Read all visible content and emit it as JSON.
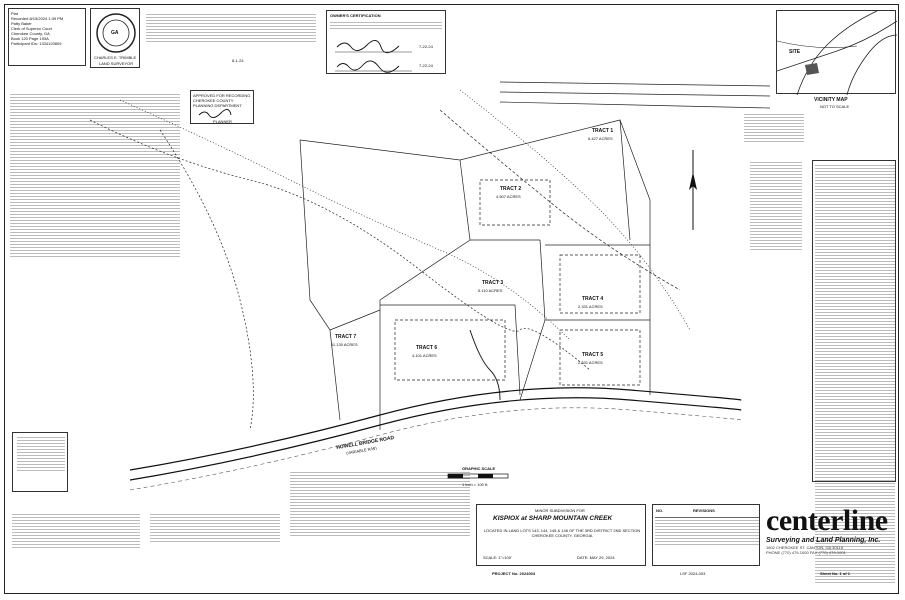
{
  "recording_stamp": {
    "line1": "Plat",
    "line2": "Recorded 8/15/2024 1:39 PM",
    "line3": "Patty Baker",
    "line4": "Clerk of Superior Court",
    "line5": "Cherokee County, GA",
    "line6": "Book 120 Page 193A",
    "line7": "Participant IDs: 1334120809"
  },
  "seal": {
    "inner": "GA",
    "name": "CHARLES E. TRIMBLE",
    "sub": "LAND SURVEYOR"
  },
  "top_notes": {
    "title": "OWNER'S CERTIFICATION",
    "sig_date_1": "7-22-24",
    "sig_date_2": "7-22-24",
    "surveyor_sig_date": "8-1-24"
  },
  "approval_box": {
    "title": "APPROVED FOR RECORDING CHEROKEE COUNTY PLANNING DEPARTMENT",
    "role": "PLANNER"
  },
  "vicinity_map": {
    "label": "SITE",
    "title": "VICINITY MAP",
    "scale": "NOT TO SCALE"
  },
  "tracts": [
    {
      "name": "TRACT 1",
      "acres": "6.427 ACRES"
    },
    {
      "name": "TRACT 2",
      "acres": "4.507 ACRES"
    },
    {
      "name": "TRACT 3",
      "acres": "5.110 ACRES"
    },
    {
      "name": "TRACT 4",
      "acres": "2.331 ACRES"
    },
    {
      "name": "TRACT 5",
      "acres": "2.331 ACRES"
    },
    {
      "name": "TRACT 6",
      "acres": "4.101 ACRES"
    },
    {
      "name": "TRACT 7",
      "acres": "11.130 ACRES"
    }
  ],
  "road": {
    "name1": "HOWELL BRIDGE ROAD",
    "name2": "(VARIABLE R/W)"
  },
  "graphic_scale": {
    "title": "GRAPHIC SCALE",
    "unit": "1 inch = 100 ft."
  },
  "title_block": {
    "heading": "MINOR SUBDIVISION FOR",
    "project": "KISPIOX at SHARP MOUNTAIN CREEK",
    "location": "LOCATED IN LAND LOTS 143, 144, 145 & 146 OF THE 3RD DISTRICT 2ND SECTION CHEROKEE COUNTY, GEORGIA",
    "scale": "SCALE: 1\"=100'",
    "date": "DATE: MAY 29, 2024"
  },
  "revisions": {
    "no": "NO.",
    "header": "REVISIONS"
  },
  "company": {
    "name": "centerline",
    "tagline": "Surveying and Land Planning, Inc.",
    "address": "1802 CHEROKEE ST. CANTON, GA 30115",
    "phone": "PHONE (770) 479-1000   FAX (770) 479-1001"
  },
  "footer": {
    "project_no": "PROJECT No. 2024003",
    "lsf": "LSF 2024-003",
    "sheet": "Sheet No. 1 of 1"
  },
  "colors": {
    "ink": "#111111",
    "paper": "#ffffff"
  }
}
